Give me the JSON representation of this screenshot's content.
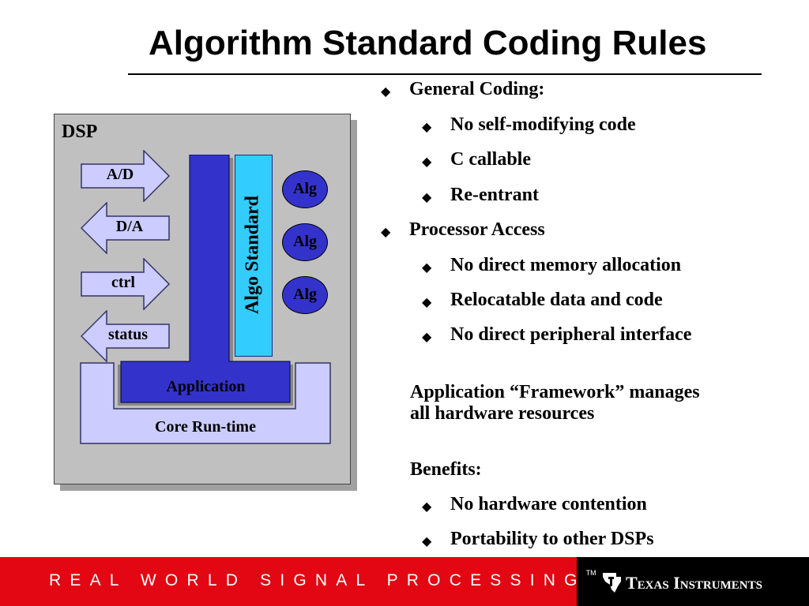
{
  "slide": {
    "title": "Algorithm Standard Coding Rules"
  },
  "diagram": {
    "dsp_label": "DSP",
    "io_arrows": [
      {
        "label": "A/D",
        "direction": "right"
      },
      {
        "label": "D/A",
        "direction": "left"
      },
      {
        "label": "ctrl",
        "direction": "right"
      },
      {
        "label": "status",
        "direction": "left"
      }
    ],
    "application_label": "Application",
    "algo_standard_label": "Algo Standard",
    "alg_labels": [
      "Alg",
      "Alg",
      "Alg"
    ],
    "core_label": "Core Run-time",
    "colors": {
      "dsp_fill": "#c0c0c0",
      "application_fill": "#3333cc",
      "algo_standard_fill": "#33ccff",
      "alg_fill": "#3333cc",
      "core_fill": "#ccccff",
      "arrow_fill": "#ccccff"
    }
  },
  "bullets": {
    "general_coding": "General Coding:",
    "no_self_modifying": "No self-modifying code",
    "c_callable": "C callable",
    "re_entrant": "Re-entrant",
    "processor_access": "Processor Access",
    "no_direct_memory": "No direct memory allocation",
    "relocatable": "Relocatable data and code",
    "no_direct_peripheral": "No direct peripheral interface",
    "framework_line1": "Application “Framework” manages",
    "framework_line2": "all hardware resources",
    "benefits": "Benefits:",
    "no_hw_contention": "No hardware contention",
    "portability": "Portability to other DSPs"
  },
  "footer": {
    "tagline": "Real World Signal Processing",
    "trademark": "TM",
    "company": "Texas Instruments",
    "logo_icon": "ti-logo-icon",
    "colors": {
      "red_band": "#e30613",
      "black_band": "#000000"
    }
  }
}
